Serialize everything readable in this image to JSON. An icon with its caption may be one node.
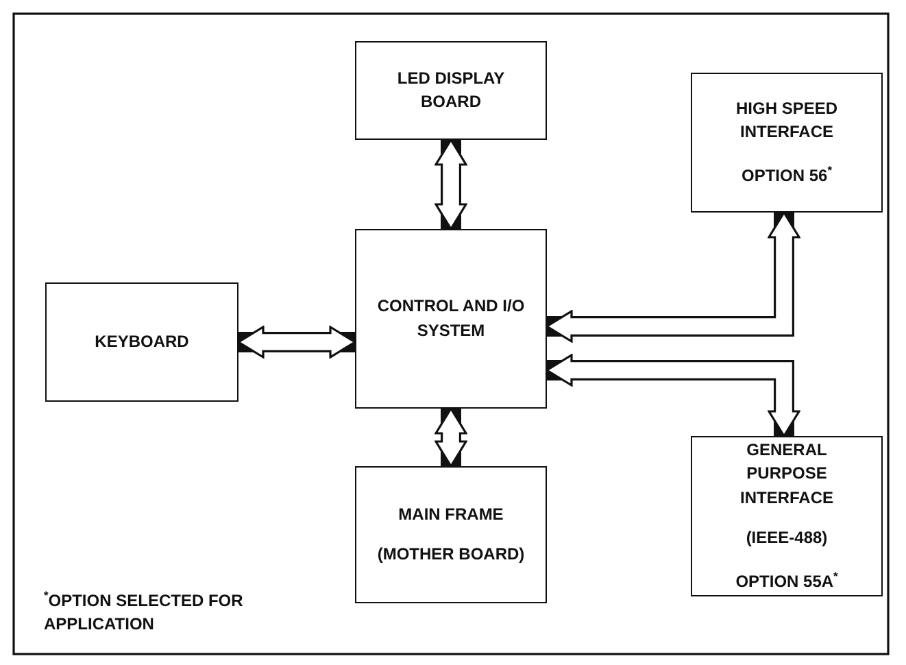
{
  "diagram": {
    "nodes": [
      {
        "text": [
          "LED DISPLAY BOARD"
        ]
      },
      {
        "text": [
          "HIGH SPEED INTERFACE",
          "OPTION 56$^{*}$"
        ]
      },
      {
        "text": [
          "KEYBOARD"
        ]
      },
      {
        "text": [
          "CONTROL AND I/O SYSTEM"
        ]
      },
      {
        "text": [
          "GENERAL PURPOSE INTERFACE",
          "(IEEE-488)",
          "OPTION 55A$^{*}$"
        ]
      },
      {
        "text": [
          "MAIN FRAME",
          "(MOTHER BOARD)"
        ]
      }
    ],
    "edges": [
      {
        "from": 0,
        "to": 3,
        "arrow": "both"
      },
      {
        "from": 2,
        "to": 3,
        "arrow": "both"
      },
      {
        "from": 1,
        "to": 3,
        "arrow": "both"
      },
      {
        "from": 3,
        "to": 4,
        "arrow": "both"
      },
      {
        "from": 3,
        "to": 5,
        "arrow": "both"
      }
    ],
    "labels": [
      "$^{*}$OPTION SELECTED FOR APPLICATION"
    ]
  }
}
